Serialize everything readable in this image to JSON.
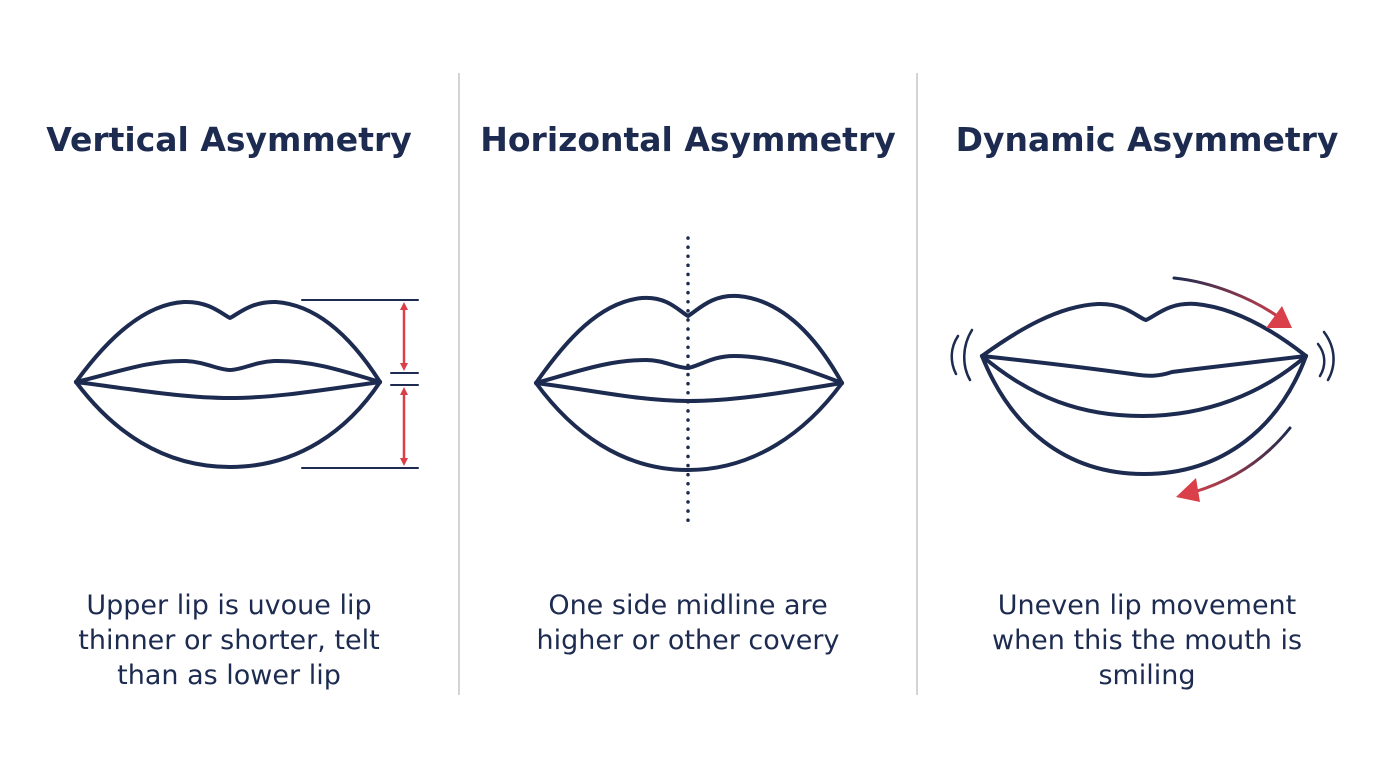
{
  "colors": {
    "ink": "#1c2b4f",
    "accent": "#d9404a",
    "divider": "#d4d4d4",
    "background": "#ffffff"
  },
  "panels": [
    {
      "title": "Vertical Asymmetry",
      "caption": [
        "Upper lip is uvoue lip",
        "thinner or shorter, telt",
        "than as lower lip"
      ],
      "illustration": "lips-with-height-measure-arrows"
    },
    {
      "title": "Horizontal Asymmetry",
      "caption": [
        "One side midline are",
        "higher or other covery"
      ],
      "illustration": "lips-with-dotted-midline"
    },
    {
      "title": "Dynamic Asymmetry",
      "caption": [
        "Uneven lip movement",
        "when this the mouth is",
        "smiling"
      ],
      "illustration": "smiling-lips-with-motion-arrows"
    }
  ]
}
